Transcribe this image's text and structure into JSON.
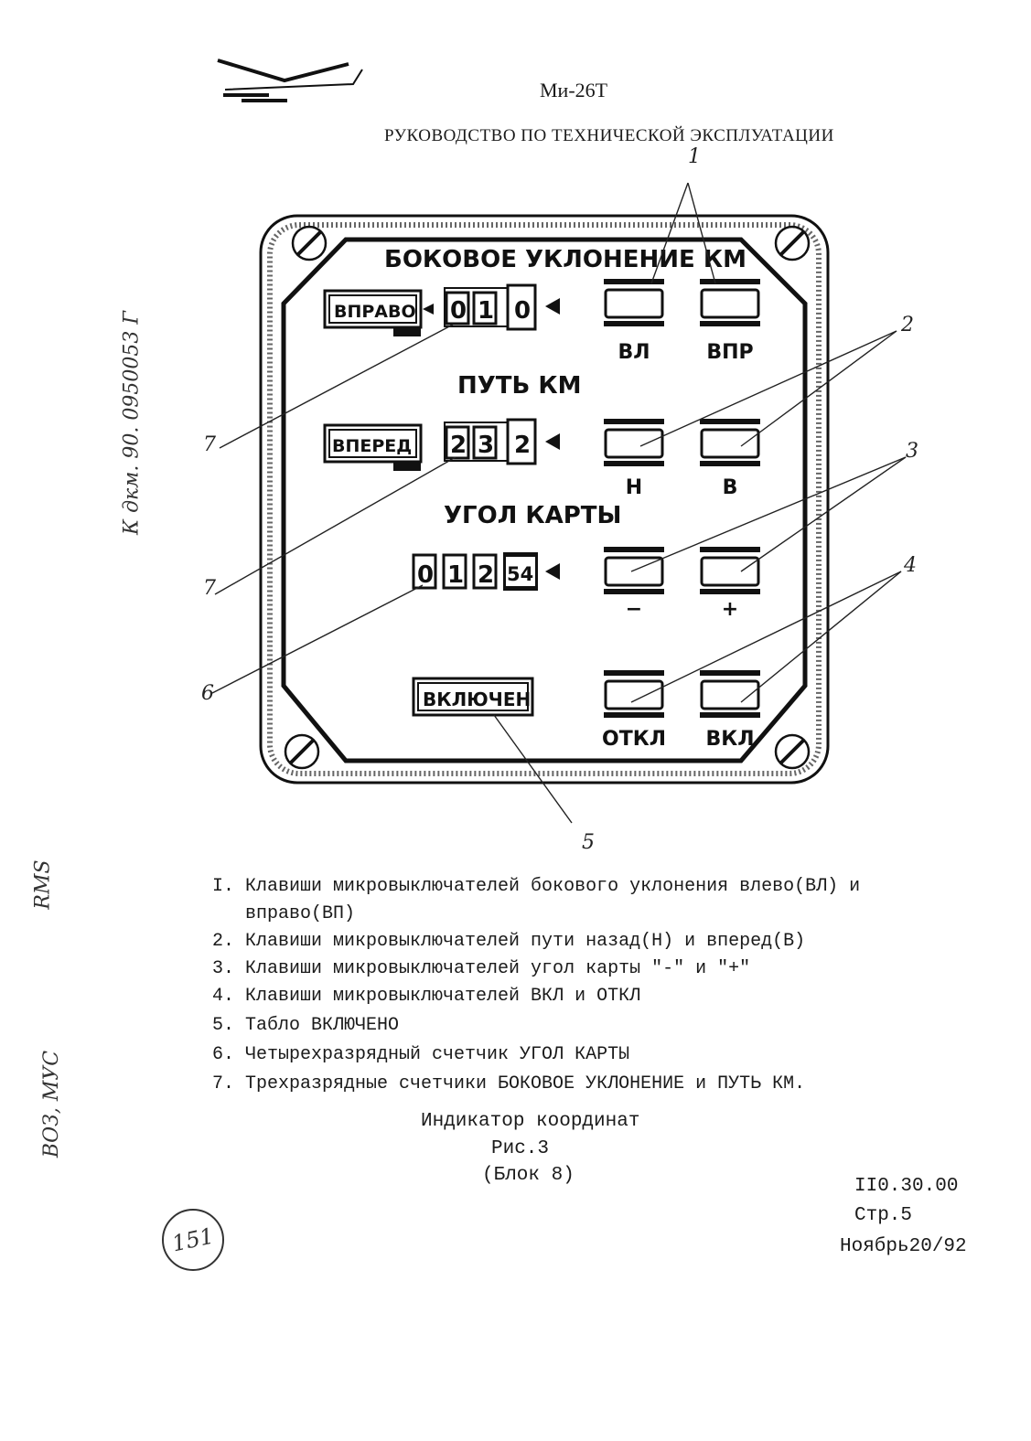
{
  "header": {
    "model": "Ми-26Т",
    "manual_title": "РУКОВОДСТВО ПО ТЕХНИЧЕСКОЙ ЭКСПЛУАТАЦИИ"
  },
  "margin_notes": {
    "left_top": "К дкм. 90. 0950053 Г",
    "left_mid": "RMS",
    "left_bottom": "ВОЗ, МУС"
  },
  "panel": {
    "row1": {
      "title": "БОКОВОЕ УКЛОНЕНИЕ КМ",
      "direction_label": "ВПРАВО",
      "digits": [
        "0",
        "1",
        "0"
      ],
      "key_left_label": "ВЛ",
      "key_right_label": "ВПР"
    },
    "row2": {
      "title": "ПУТЬ КМ",
      "direction_label": "ВПЕРЕД",
      "digits": [
        "2",
        "3",
        "2"
      ],
      "key_left_label": "Н",
      "key_right_label": "В"
    },
    "row3": {
      "title": "УГОЛ КАРТЫ",
      "digits": [
        "0",
        "1",
        "2",
        "54"
      ],
      "key_left_label": "−",
      "key_right_label": "+"
    },
    "row4": {
      "status_label": "ВКЛЮЧЕН",
      "key_left_label": "ОТКЛ",
      "key_right_label": "ВКЛ"
    },
    "callouts": {
      "c1": "1",
      "c2": "2",
      "c3": "3",
      "c4": "4",
      "c5": "5",
      "c6": "6",
      "c7a": "7",
      "c7b": "7"
    }
  },
  "legend": [
    "I. Клавиши микровыключателей бокового уклонения влево(ВЛ) и",
    "   вправо(ВП)",
    "2. Клавиши микровыключателей пути назад(Н) и вперед(В)",
    "3. Клавиши микровыключателей угол карты \"-\" и \"+\"",
    "4. Клавиши микровыключателей ВКЛ и ОТКЛ",
    "5. Табло ВКЛЮЧЕНО",
    "6. Четырехразрядный счетчик УГОЛ КАРТЫ",
    "7. Трехразрядные счетчики БОКОВОЕ УКЛОНЕНИЕ и ПУТЬ КМ."
  ],
  "caption": {
    "title": "Индикатор координат",
    "figure": "Рис.3",
    "block": "(Блок 8)"
  },
  "footer": {
    "code": "II0.30.00",
    "page": "Стр.5",
    "date": "Ноябрь20/92",
    "stamp_number": "151"
  }
}
